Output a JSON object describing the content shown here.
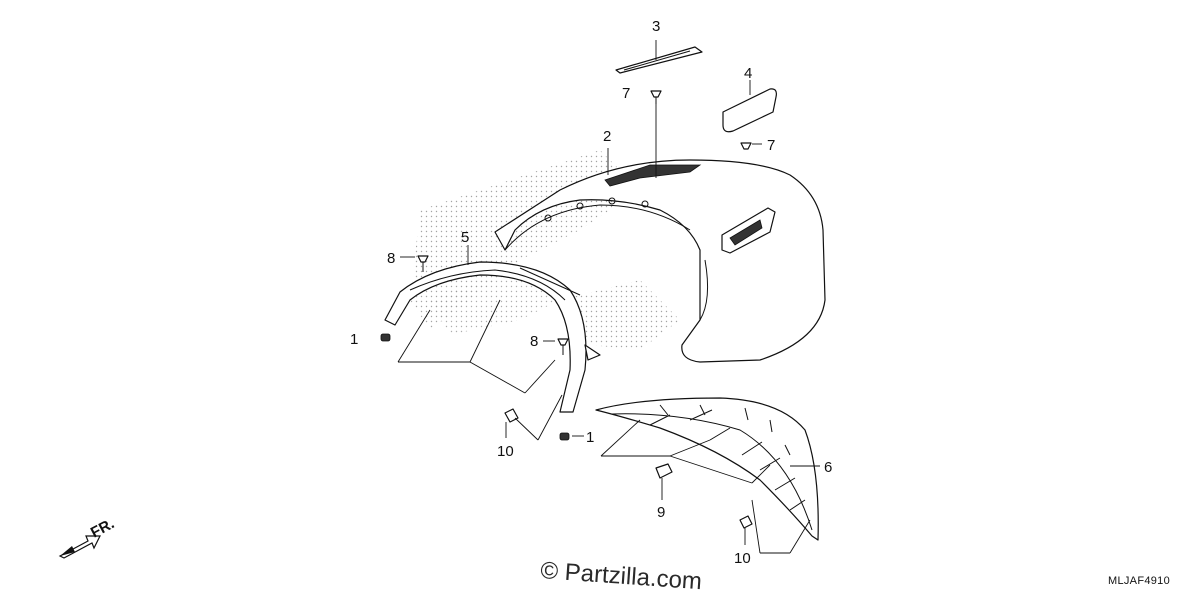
{
  "diagram": {
    "callouts": {
      "c1a": "1",
      "c1b": "1",
      "c2": "2",
      "c3": "3",
      "c4": "4",
      "c5": "5",
      "c6": "6",
      "c7a": "7",
      "c7b": "7",
      "c8a": "8",
      "c8b": "8",
      "c9": "9",
      "c10a": "10",
      "c10b": "10"
    },
    "direction_label": "FR.",
    "watermark": "© Partzilla.com",
    "drawing_code": "MLJAF4910"
  }
}
